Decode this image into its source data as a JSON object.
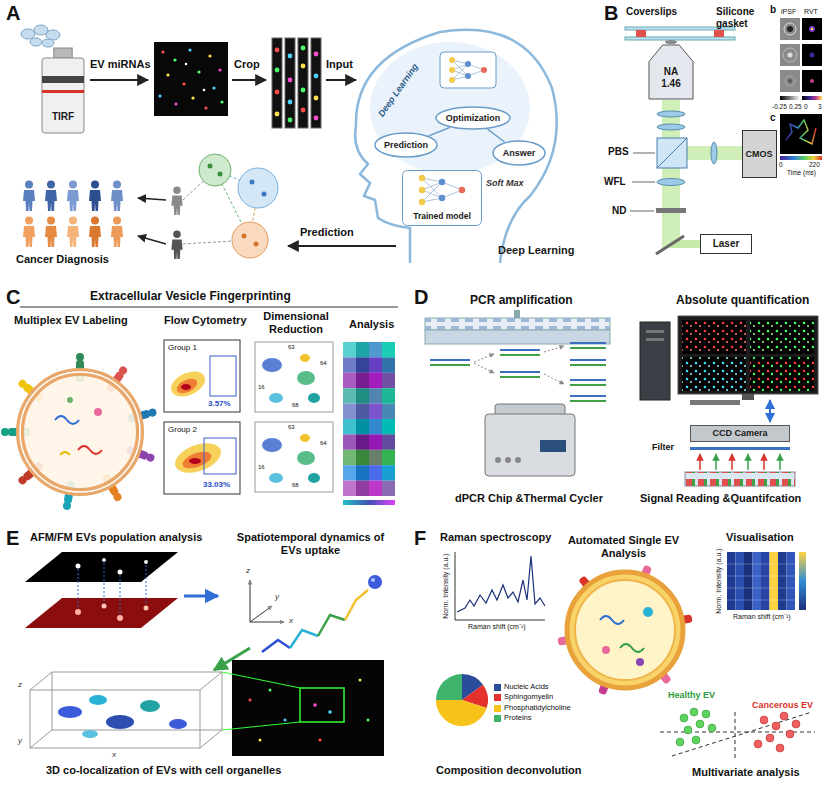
{
  "diagram": {
    "nodes": [
      {
        "text": [
          "TIRF"
        ]
      },
      {
        "text": [
          "Deep Learning"
        ]
      },
      {
        "text": [
          "Prediction"
        ],
        "in": 1
      },
      {
        "text": [
          "Optimization"
        ],
        "in": 1
      },
      {
        "text": [
          "Answer"
        ],
        "in": 1
      },
      {
        "text": [
          "Trained model"
        ],
        "in": 1
      },
      {
        "text": [
          "NA 1.46"
        ]
      },
      {
        "text": [
          "CMOS"
        ]
      },
      {
        "text": [
          "Laser"
        ]
      },
      {
        "text": [
          "CCD Camera"
        ]
      }
    ],
    "edges": [
      {
        "from": 2,
        "to": 3,
        "arrow": "none"
      },
      {
        "from": 3,
        "to": 4,
        "arrow": "none"
      }
    ],
    "labels": [
      "A",
      "EV miRNAs",
      "Crop",
      "Input",
      "Deep Learning",
      "Soft Max",
      "Prediction",
      "Cancer Diagnosis",
      "B",
      "Coverslips",
      "Silicone gasket",
      "PBS",
      "WFL",
      "ND",
      "b",
      "iPSF",
      "RVT",
      "-0.25",
      "0.25",
      "0",
      "3",
      "c",
      "0",
      "220",
      "Time (ms)",
      "C",
      "Extracellular Vesicle Fingerprinting",
      "Multiplex EV Labeling",
      "Flow Cytometry",
      "Dimensional Reduction",
      "Analysis",
      "Group 1",
      "3.57%",
      "Group 2",
      "33.03%",
      "63",
      "16",
      "68",
      "64",
      "63",
      "16",
      "68",
      "64",
      "D",
      "PCR amplification",
      "Absolute quantification",
      "dPCR Chip &Thermal Cycler",
      "Filter",
      "Signal Reading &Quantifcation",
      "E",
      "AFM/FM EVs population analysis",
      "Spatiotemporal dynamics of EVs uptake",
      "z",
      "y",
      "x",
      "z",
      "y",
      "x",
      "3D co-localization of EVs with cell organelles",
      "F",
      "Raman spectroscopy",
      "Norm. Intensity (a.u.)",
      "Raman shift (cm⁻¹)",
      "Automated Single EV Analysis",
      "Visualisation",
      "Norm. Intensity (a.u.)",
      "Raman shift (cm⁻¹)",
      "Composition deconvolution",
      "Healthy EV",
      "Cancerous EV",
      "Multivariate analysis"
    ],
    "legend": [
      {
        "text": "Nucleic Acids",
        "color": "#2b4c9b"
      },
      {
        "text": "Sphingomyelin",
        "color": "#e4312b"
      },
      {
        "text": "Phosphatidylcholine",
        "color": "#f7c21a"
      },
      {
        "text": "Proteins",
        "color": "#3db36b"
      }
    ]
  }
}
